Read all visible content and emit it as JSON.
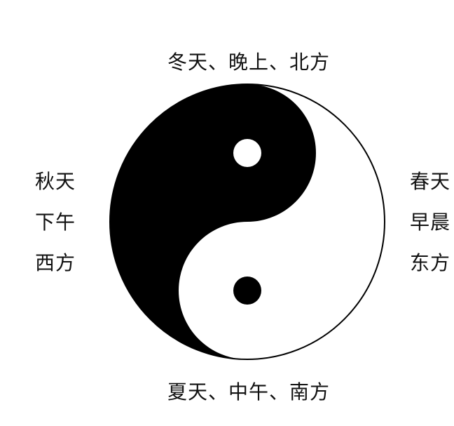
{
  "labels": {
    "top": "冬天、晚上、北方",
    "bottom": "夏天、中午、南方",
    "left": [
      "秋天",
      "下午",
      "西方"
    ],
    "right": [
      "春天",
      "早晨",
      "东方"
    ]
  },
  "colors": {
    "yin": "#000000",
    "yang": "#ffffff",
    "outline": "#000000"
  }
}
